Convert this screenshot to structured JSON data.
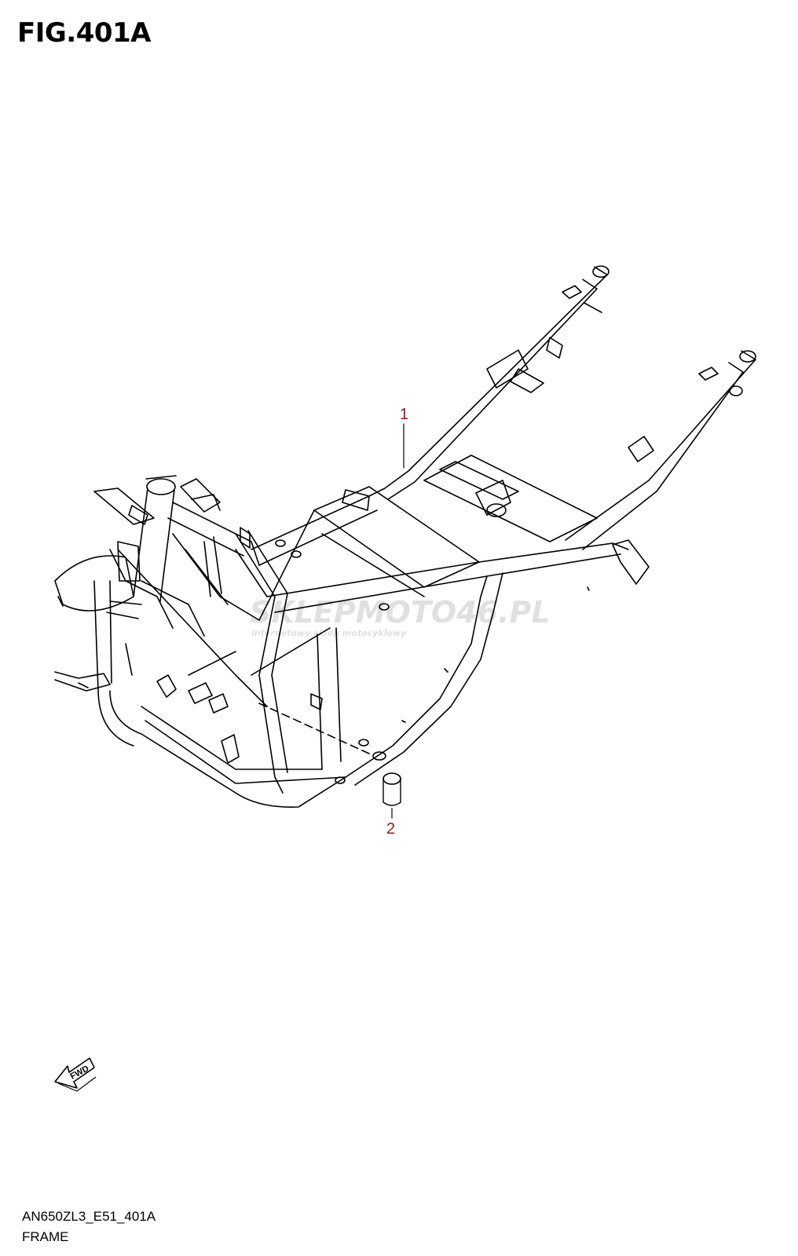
{
  "figure": {
    "title": "FIG.401A",
    "code": "AN650ZL3_E51_401A",
    "caption": "FRAME"
  },
  "callouts": [
    {
      "number": "1"
    },
    {
      "number": "2"
    }
  ],
  "fwd_label": "FWD",
  "watermark": {
    "main": "SKLEPMOTO46.PL",
    "sub": "internetowy sklep motocyklowy"
  },
  "colors": {
    "callout": "#8b1a1a",
    "watermark_red": "#e24a4a",
    "watermark_gray": "#c8c8c8"
  }
}
